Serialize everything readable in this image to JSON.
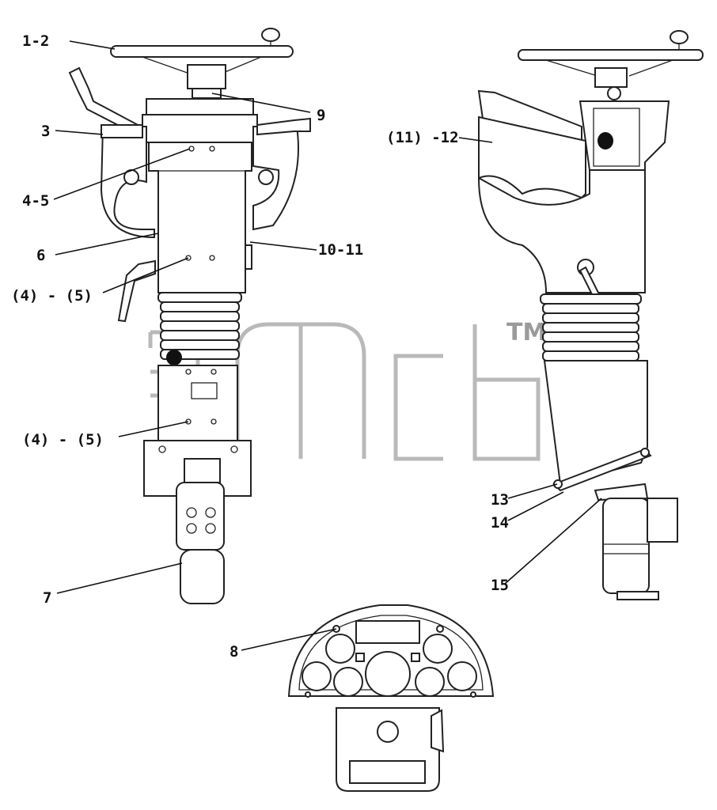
{
  "callouts": {
    "c1_2": "1-2",
    "c3": "3",
    "c4_5": "4-5",
    "c6": "6",
    "c4_5b": "(4) - (5)",
    "c4_5c": "(4) - (5)",
    "c7": "7",
    "c8": "8",
    "c9": "9",
    "c10_11": "10-11",
    "c11_12": "(11) -12",
    "c13": "13",
    "c14": "14",
    "c15": "15"
  },
  "watermark": {
    "trademark": "TM"
  },
  "colors": {
    "line": "#222222",
    "watermark": "#b9b9b9"
  }
}
